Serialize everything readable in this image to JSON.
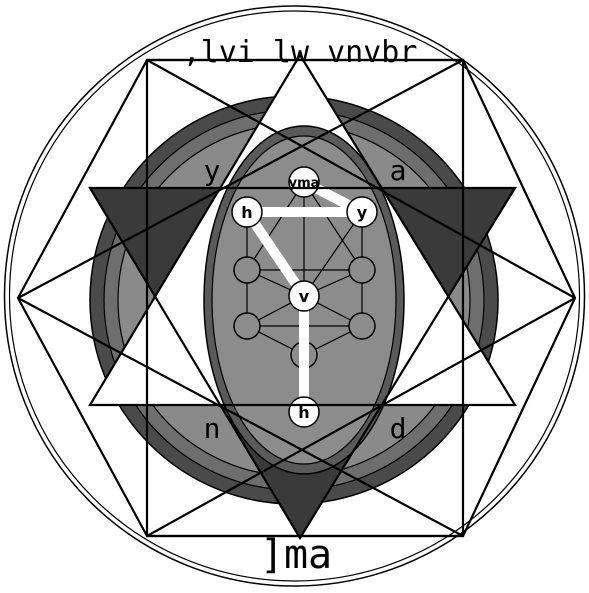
{
  "diagram": {
    "top_text": ",lvi lw vnvbr",
    "bottom_text": "]ma",
    "corner_letters": {
      "upper_left": "y",
      "upper_right": "a",
      "lower_left": "n",
      "lower_right": "d"
    },
    "nodes": {
      "crown": "yma",
      "right": "y",
      "left": "h",
      "center": "v",
      "bottom": "h"
    },
    "colors": {
      "outer_ring": "#4a4a4a",
      "mid_ring": "#6e6e6e",
      "inner_disc": "#8a8a8a",
      "ellipse_outer": "#5a5a5a",
      "ellipse_inner": "#8c8c8c",
      "dark_triangle": "#3a3a3a",
      "light_triangle": "#ffffff",
      "path": "#ffffff"
    }
  }
}
